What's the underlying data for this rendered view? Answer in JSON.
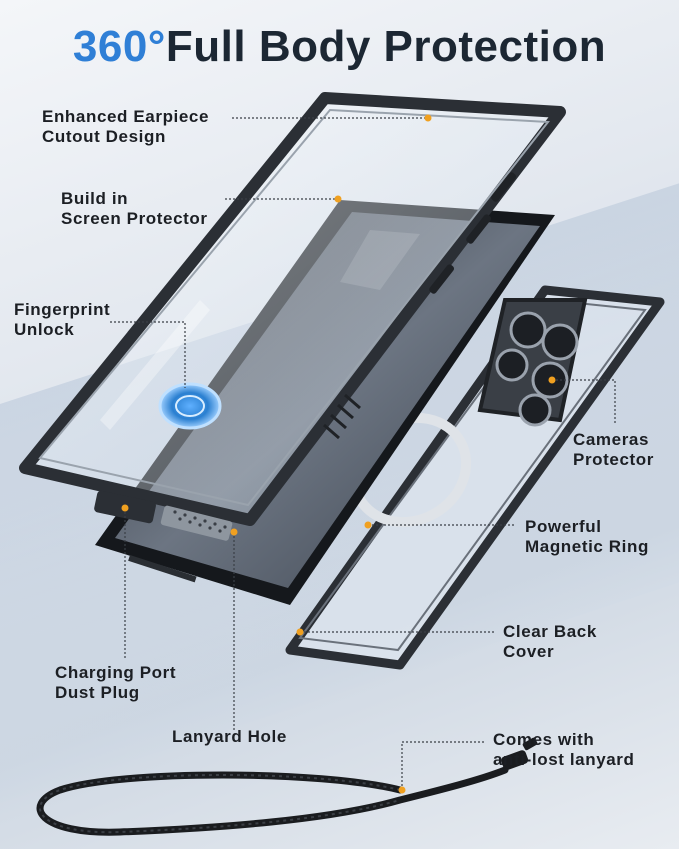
{
  "title": {
    "accent": "360°",
    "main": "Full Body Protection"
  },
  "colors": {
    "accent": "#2f7fd6",
    "dot": "#f0a020",
    "text": "#1c1f24"
  },
  "callouts": {
    "earpiece": [
      "Enhanced Earpiece",
      "Cutout Design"
    ],
    "screen_protector": [
      "Build in",
      "Screen Protector"
    ],
    "fingerprint": [
      "Fingerprint",
      "Unlock"
    ],
    "cameras": [
      "Cameras",
      "Protector"
    ],
    "magnetic": [
      "Powerful",
      "Magnetic Ring"
    ],
    "back_cover": [
      "Clear Back",
      "Cover"
    ],
    "charging": [
      "Charging Port",
      "Dust Plug"
    ],
    "lanyard_hole": [
      "Lanyard Hole"
    ],
    "lanyard": [
      "Comes with",
      "anti-lost lanyard"
    ]
  }
}
